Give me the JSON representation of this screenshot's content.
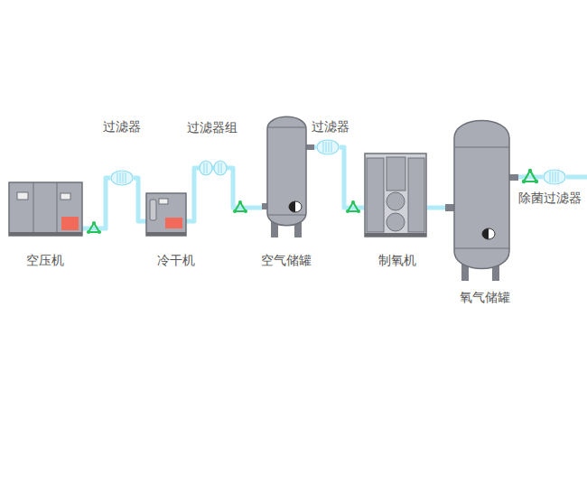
{
  "diagram": {
    "nodes": [
      {
        "text": [
          "空压机"
        ]
      },
      {
        "text": [
          "过滤器"
        ]
      },
      {
        "text": [
          "冷干机"
        ]
      },
      {
        "text": [
          "过滤器组"
        ]
      },
      {
        "text": [
          "空气储罐"
        ]
      },
      {
        "text": [
          "过滤器"
        ]
      },
      {
        "text": [
          "制氧机"
        ]
      },
      {
        "text": [
          "氧气储罐"
        ]
      },
      {
        "text": [
          "除菌过滤器"
        ]
      }
    ],
    "edges": [
      {
        "from": 0,
        "to": 1,
        "arrow": "none"
      },
      {
        "from": 1,
        "to": 2,
        "arrow": "none"
      },
      {
        "from": 2,
        "to": 3,
        "arrow": "none"
      },
      {
        "from": 3,
        "to": 4,
        "arrow": "none"
      },
      {
        "from": 4,
        "to": 5,
        "arrow": "none"
      },
      {
        "from": 5,
        "to": 6,
        "arrow": "none"
      },
      {
        "from": 6,
        "to": 7,
        "arrow": "none"
      },
      {
        "from": 7,
        "to": 8,
        "arrow": "none"
      }
    ]
  }
}
